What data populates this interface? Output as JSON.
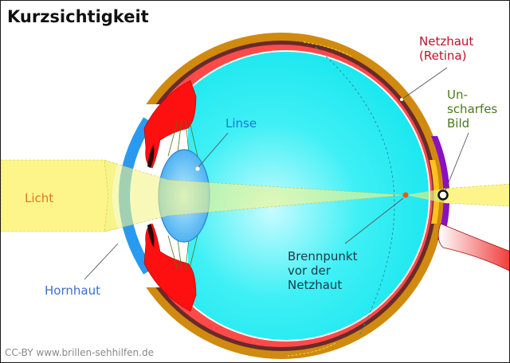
{
  "title": "Kurzsichtigkeit",
  "labels": {
    "retina_line1": "Netzhaut",
    "retina_line2": "(Retina)",
    "blur_line1": "Un-",
    "blur_line2": "scharfes",
    "blur_line3": "Bild",
    "lens": "Linse",
    "light": "Licht",
    "cornea": "Hornhaut",
    "focus_line1": "Brennpunkt",
    "focus_line2": "vor der",
    "focus_line3": "Netzhaut"
  },
  "credit": "CC-BY www.brillen-sehhilfen.de",
  "colors": {
    "title": "#111111",
    "retina_label": "#c0102a",
    "blur_label": "#4a7a1a",
    "lens_label": "#1a78d8",
    "light_label": "#e07820",
    "cornea_label": "#3a70d0",
    "focus_label": "#1a3a48",
    "credit": "#8a8a8a",
    "sclera": "#d08a10",
    "choroid": "#6a2a2a",
    "retina": "#ff4a4a",
    "vitreous": "#22eef0",
    "cornea": "#2a9af0",
    "iris": "#ff1010",
    "light_beam": "#fdf58a",
    "lens": "#4ab8f0",
    "focal_point": "#e85a10"
  }
}
